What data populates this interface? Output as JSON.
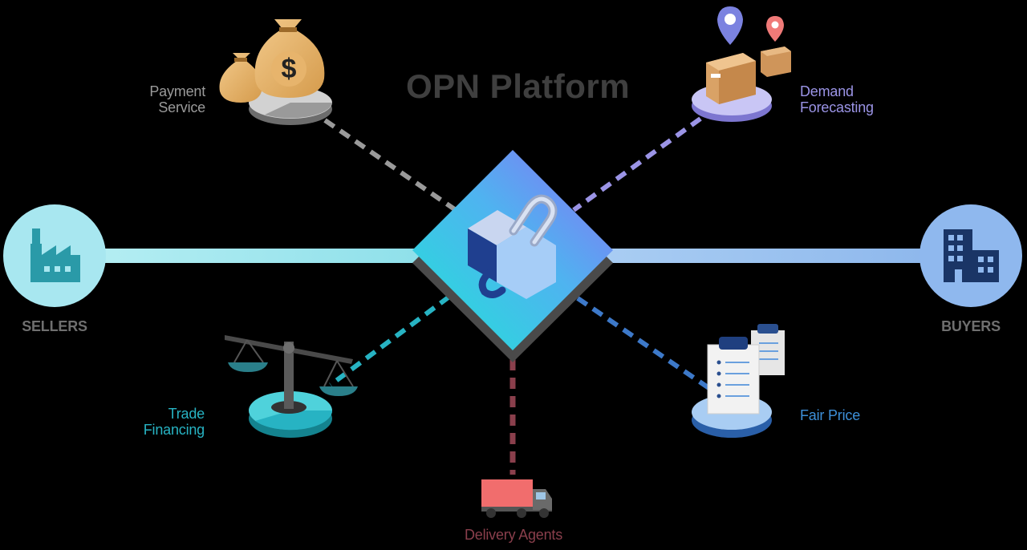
{
  "title": "OPN Platform",
  "nodes": {
    "sellers": {
      "label": "SELLERS",
      "icon": "factory-icon",
      "color": "#a8e7f0"
    },
    "buyers": {
      "label": "BUYERS",
      "icon": "office-building-icon",
      "color": "#8fb8ee"
    },
    "payment": {
      "label_line1": "Payment",
      "label_line2": "Service",
      "icon": "money-bags-icon",
      "color": "#9a9a9a"
    },
    "demand": {
      "label_line1": "Demand",
      "label_line2": "Forecasting",
      "icon": "boxes-location-icon",
      "color": "#9b94e6"
    },
    "trade": {
      "label_line1": "Trade",
      "label_line2": "Financing",
      "icon": "balance-scale-icon",
      "color": "#27b3c3"
    },
    "fair": {
      "label": "Fair Price",
      "icon": "clipboard-icon",
      "color": "#3d8fd8"
    },
    "delivery": {
      "label": "Delivery Agents",
      "icon": "delivery-truck-icon",
      "color": "#8a3f4c"
    }
  },
  "hub": {
    "icon": "chain-link-cube-icon"
  }
}
